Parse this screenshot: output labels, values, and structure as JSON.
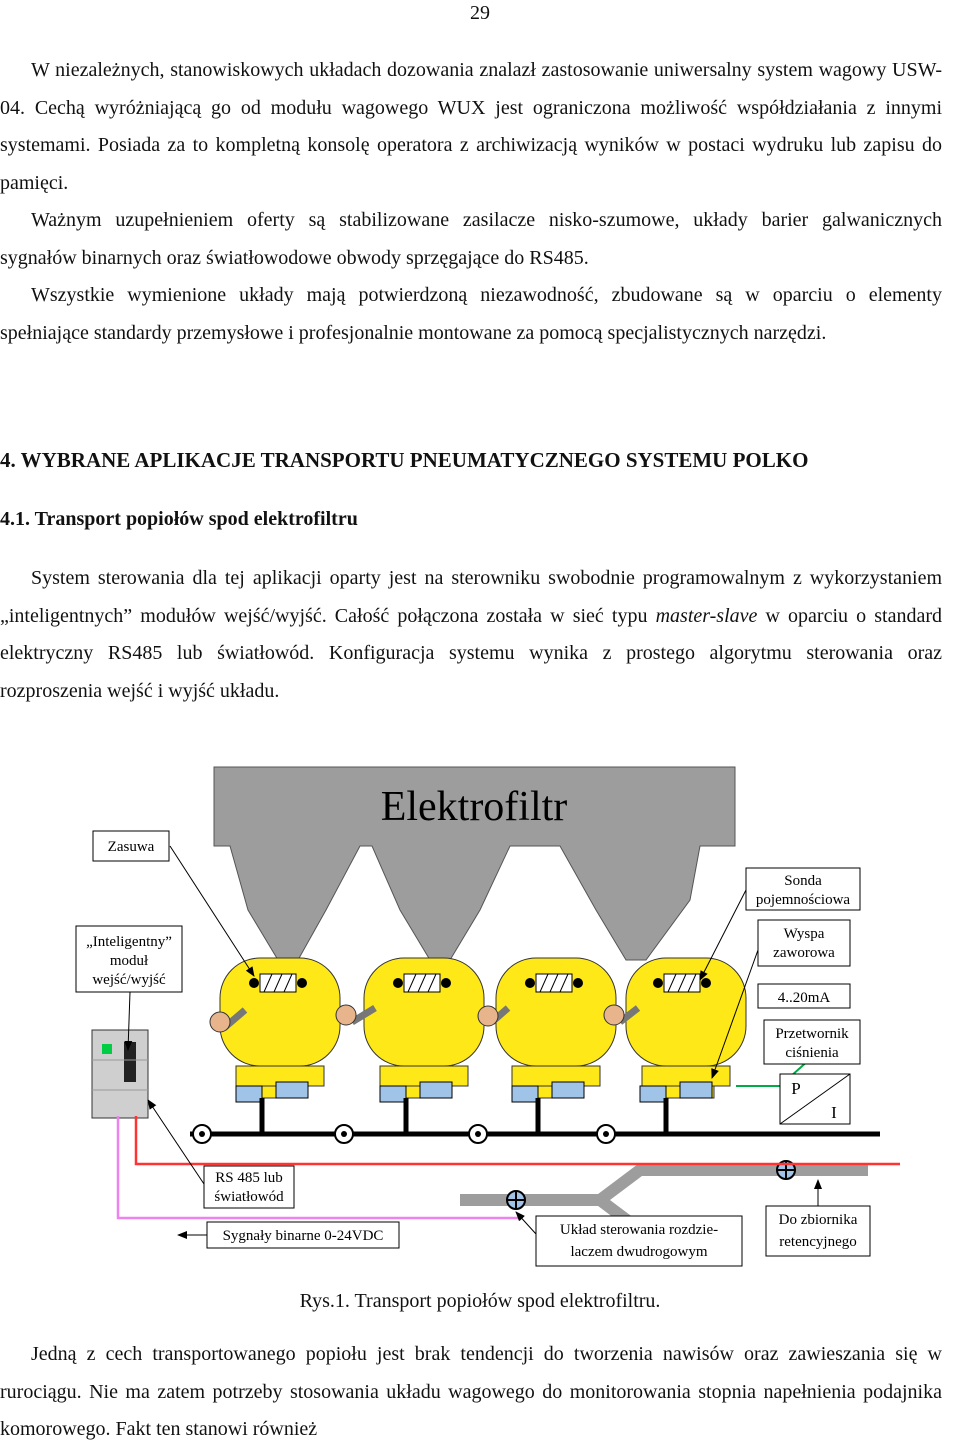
{
  "page_number": "29",
  "paragraphs": {
    "p1": "W niezależnych, stanowiskowych układach dozowania znalazł zastosowanie uniwersalny system wagowy USW-04. Cechą wyróżniającą go od modułu wagowego WUX jest ograniczona możliwość współdziałania z innymi systemami. Posiada za to kompletną konsolę operatora z archiwizacją wyników w postaci wydruku lub zapisu do pamięci.",
    "p2": "Ważnym uzupełnieniem oferty są stabilizowane zasilacze nisko-szumowe, układy barier galwanicznych sygnałów binarnych oraz światłowodowe obwody sprzęgające do RS485.",
    "p3": "Wszystkie wymienione układy mają potwierdzoną niezawodność, zbudowane są w oparciu o elementy spełniające standardy przemysłowe i profesjonalnie montowane za pomocą specjalistycznych narzędzi.",
    "p4_before": "System sterowania dla tej aplikacji oparty jest na sterowniku swobodnie programowalnym z wykorzystaniem „inteligentnych” modułów wejść/wyjść. Całość połączona została w sieć typu ",
    "p4_italic": "master-slave",
    "p4_after": " w oparciu o standard elektryczny RS485 lub światłowód. Konfiguracja systemu wynika z prostego algorytmu sterowania oraz rozproszenia wejść i wyjść układu.",
    "p5": "Jedną z cech transportowanego popiołu jest brak tendencji do tworzenia nawisów oraz zawieszania się w rurociągu. Nie ma zatem potrzeby stosowania układu wagowego do monitorowania stopnia napełnienia podajnika komorowego. Fakt ten stanowi również"
  },
  "headings": {
    "section": "4. WYBRANE APLIKACJE TRANSPORTU PNEUMATYCZNEGO SYSTEMU POLKO",
    "subsection": "4.1. Transport popiołów spod elektrofiltru"
  },
  "diagram": {
    "title": "Elektrofiltr",
    "label_zasuwa": "Zasuwa",
    "label_modul_1": "„Inteligentny”",
    "label_modul_2": "moduł",
    "label_modul_3": "wejść/wyjść",
    "label_sonda_1": "Sonda",
    "label_sonda_2": "pojemnościowa",
    "label_wyspa_1": "Wyspa",
    "label_wyspa_2": "zaworowa",
    "label_signal": "4..20mA",
    "label_przetwornik_1": "Przetwornik",
    "label_przetwornik_2": "ciśnienia",
    "label_p": "P",
    "label_i": "I",
    "label_rs485_1": "RS 485 lub",
    "label_rs485_2": "światłowód",
    "label_sygnaly": "Sygnały binarne 0-24VDC",
    "label_uklad_1": "Układ sterowania rozdzie-",
    "label_uklad_2": "laczem dwudrogowym",
    "label_zbiornik_1": "Do zbiornika",
    "label_zbiornik_2": "retencyjnego",
    "colors": {
      "hopper": "#9d9d9d",
      "vessel": "#ffe817",
      "rs485_line": "#ff3333",
      "signal_line": "#ee82ee",
      "valve_cap": "#e8b48c",
      "module_block": "#a0c4e8"
    }
  },
  "caption": "Rys.1. Transport popiołów spod elektrofiltru."
}
